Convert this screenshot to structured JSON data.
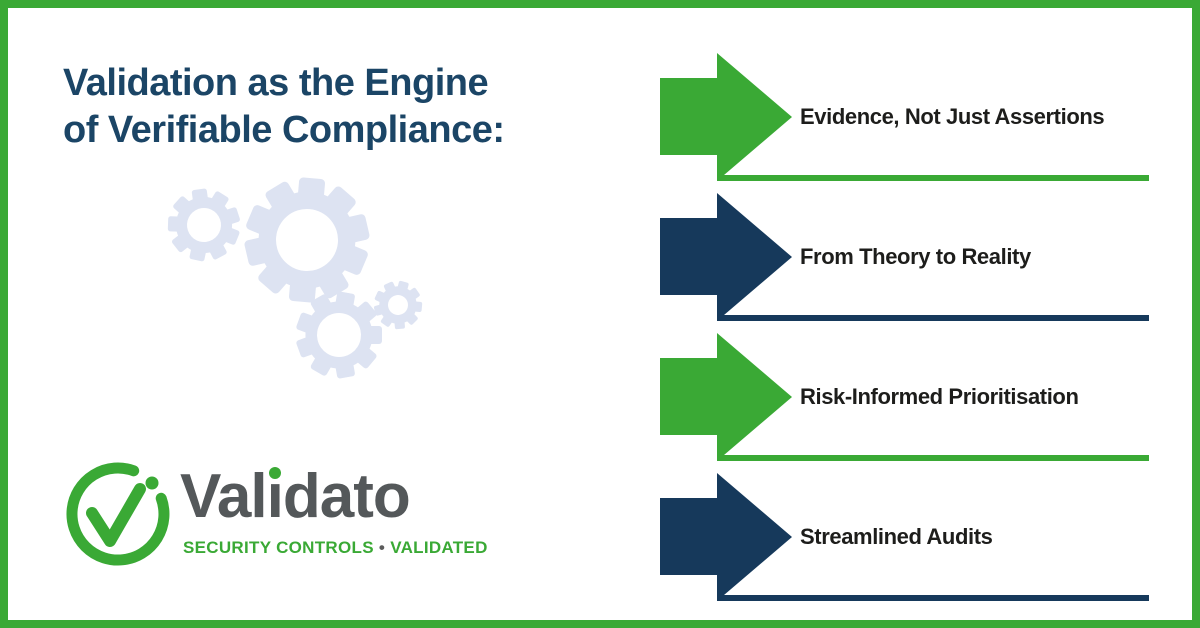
{
  "title": {
    "lines": [
      "Validation as the Engine",
      "of Verifiable Compliance:"
    ]
  },
  "items": [
    {
      "label": "Evidence, Not Just Assertions",
      "color": "green"
    },
    {
      "label": "From Theory to Reality",
      "color": "navy"
    },
    {
      "label": "Risk-Informed Prioritisation",
      "color": "green"
    },
    {
      "label": "Streamlined Audits",
      "color": "navy"
    }
  ],
  "logo": {
    "brand": "Validato",
    "wordmark_parts": {
      "pre": "Val",
      "dotless_i": "ı",
      "post": "dato"
    },
    "tagline_left": "SECURITY CONTROLS",
    "tagline_sep": "•",
    "tagline_right": "VALIDATED"
  },
  "icons": {
    "arrow_right": "arrow-right-icon",
    "check_circle": "check-circle-icon",
    "gears": "gears-icon"
  },
  "colors": {
    "green": "#3aa935",
    "navy": "#16395b",
    "title": "#1b4566",
    "label": "#1d1d1b",
    "wordmark": "#54585a",
    "bullet": "#5b5b5b",
    "gear": "#dde3f2"
  }
}
